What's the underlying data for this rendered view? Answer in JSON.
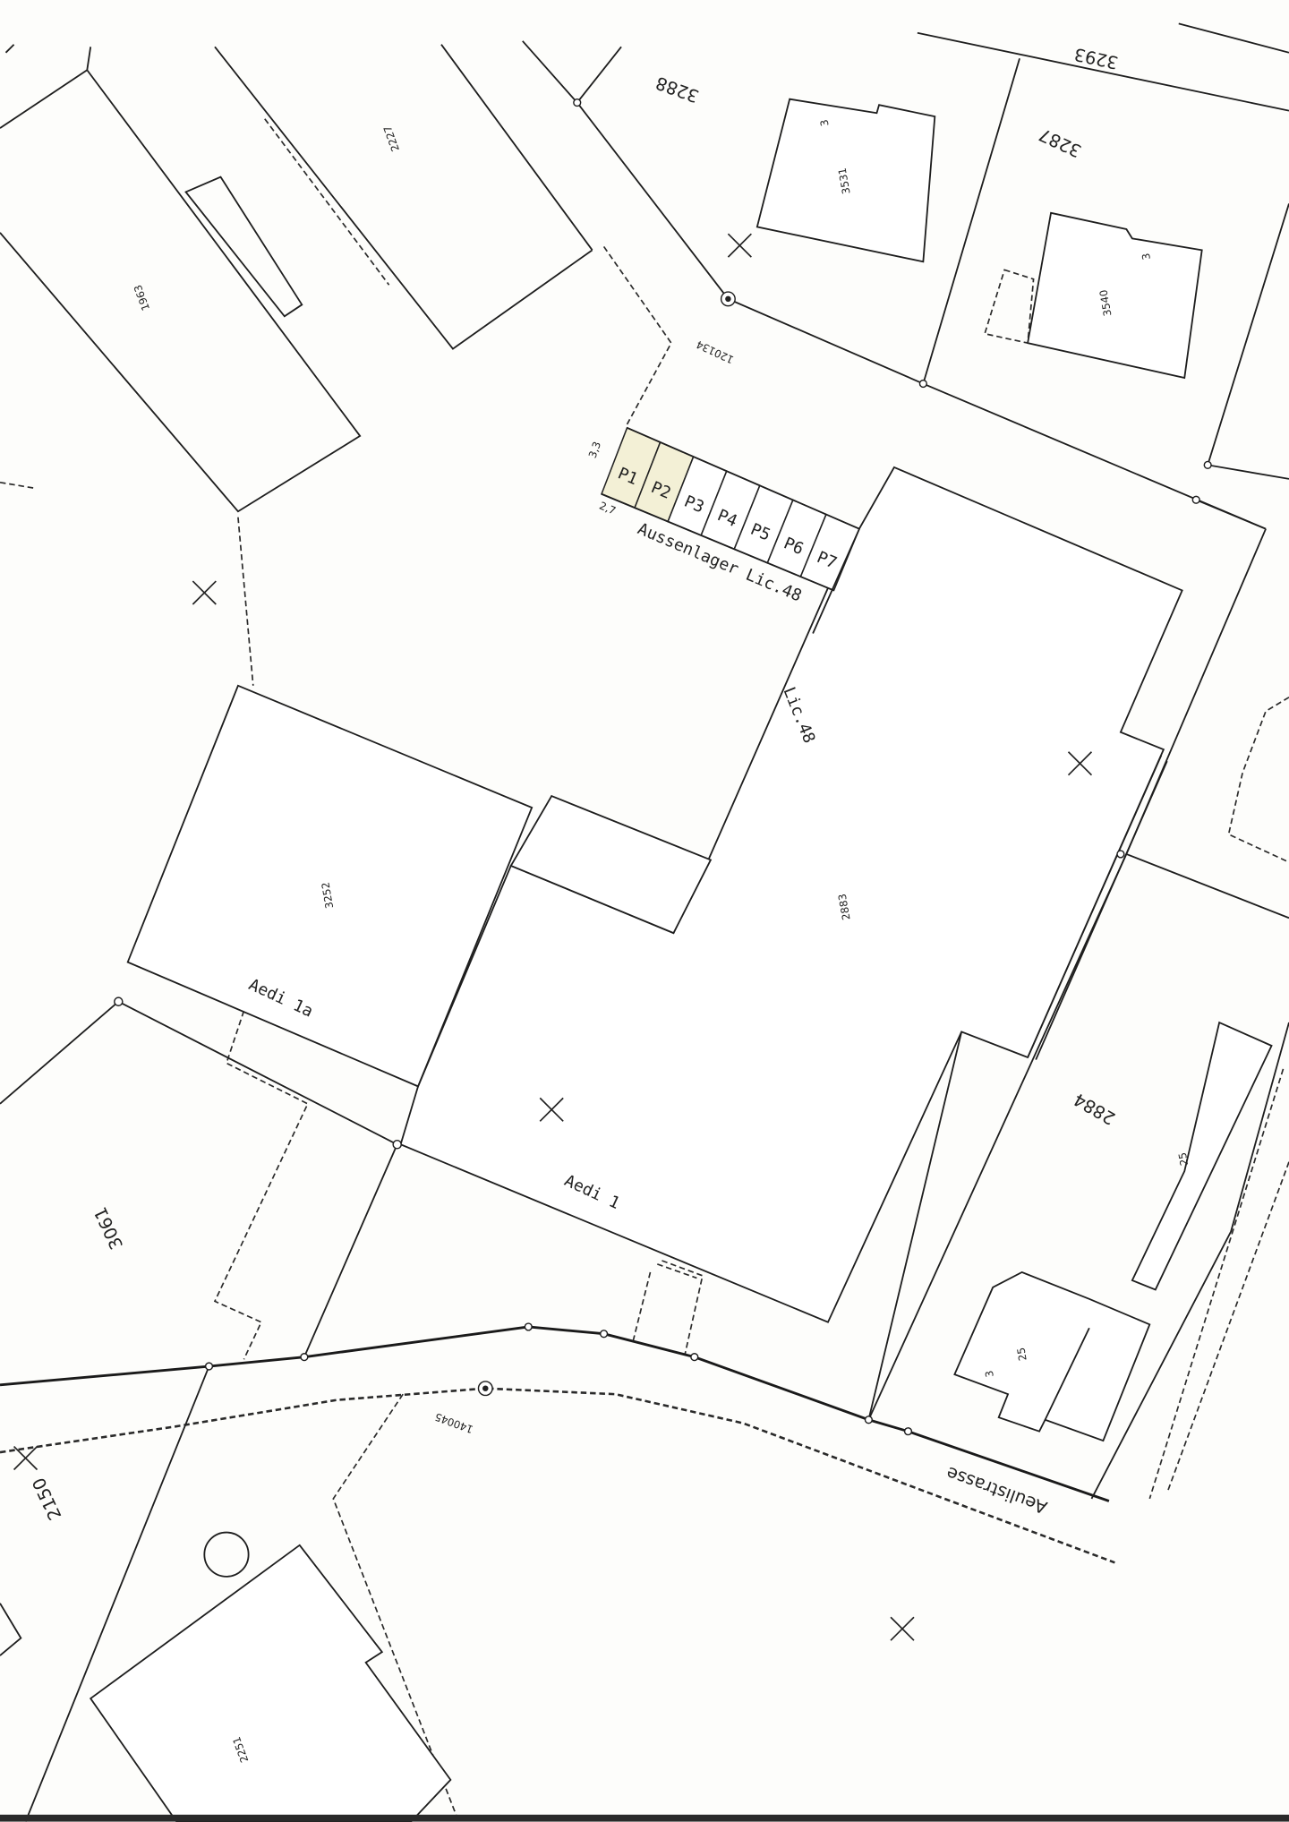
{
  "map": {
    "parcels": [
      "3293",
      "3288",
      "3287",
      "2227",
      "1963",
      "3061",
      "2150",
      "2884"
    ],
    "buildings": [
      "3531",
      "3540",
      "2883",
      "3252",
      "25",
      "25",
      "2251"
    ],
    "house_numbers": [
      "3",
      "3",
      "3"
    ],
    "points": [
      "120134",
      "140045"
    ],
    "street": "Aeulistrasse",
    "addresses": [
      "Aedi 1a",
      "Aedi 1"
    ],
    "annotations": {
      "lic": "Lic.48",
      "storage": "Aussenlager Lic.48",
      "dim_top": "3,3",
      "dim_bottom": "2,7"
    },
    "parking": {
      "stalls": [
        "P1",
        "P2",
        "P3",
        "P4",
        "P5",
        "P6",
        "P7"
      ],
      "highlighted": [
        "P1",
        "P2"
      ],
      "highlight_color": "#f3f0d6"
    }
  }
}
